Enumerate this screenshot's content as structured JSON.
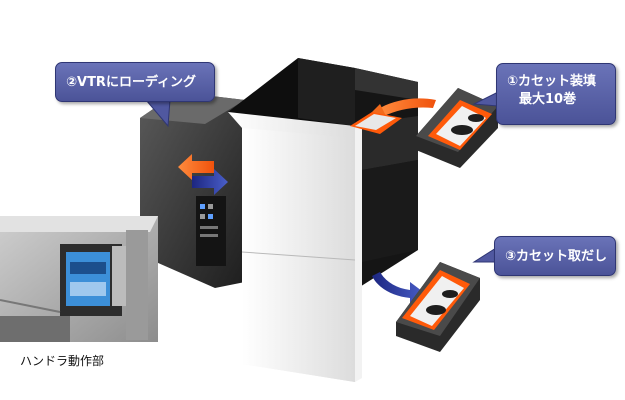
{
  "callouts": {
    "loading": "②VTRにローディング",
    "load_line1": "①カセット装填",
    "load_line2": "最大10巻",
    "eject": "③カセット取だし"
  },
  "caption": "ハンドラ動作部",
  "colors": {
    "callout_fill": "#5a62a8",
    "orange_arrow": "#f26a1b",
    "blue_arrow": "#2c3fa0",
    "cassette_orange": "#ff5a0a"
  }
}
